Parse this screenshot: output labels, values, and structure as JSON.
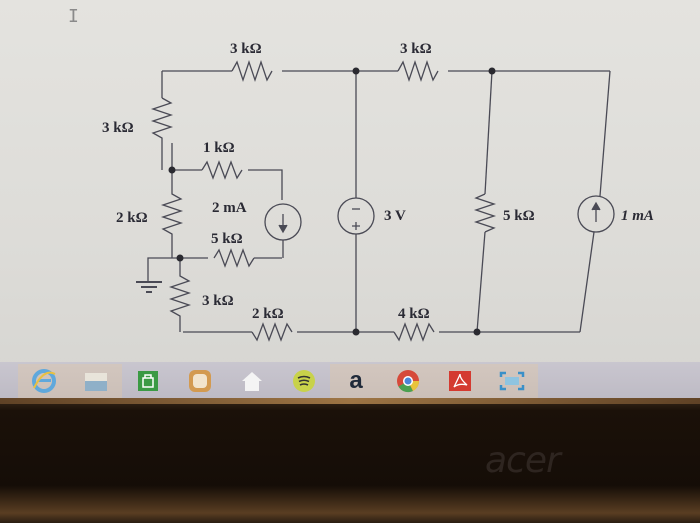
{
  "diagram": {
    "type": "electrical-circuit",
    "resistors": {
      "top_left": "3 kΩ",
      "top_right": "3 kΩ",
      "left_upper": "3 kΩ",
      "inner_top": "1 kΩ",
      "left_middle": "2 kΩ",
      "inner_bottom": "5 kΩ",
      "left_lower": "3 kΩ",
      "bottom_left": "2 kΩ",
      "bottom_right": "4 kΩ",
      "right_vertical": "5 kΩ"
    },
    "sources": {
      "current_inner": {
        "label": "2 mA",
        "direction": "down"
      },
      "voltage": {
        "label": "3 V",
        "polarity_top": "−",
        "polarity_bottom": "+"
      },
      "current_right": {
        "label": "1 mA",
        "direction": "up"
      }
    },
    "ground": "ground"
  },
  "cursor": "I",
  "taskbar": {
    "items": [
      {
        "name": "internet-explorer",
        "glyph": "e"
      },
      {
        "name": "file-explorer",
        "glyph": ""
      },
      {
        "name": "windows-store",
        "glyph": ""
      },
      {
        "name": "app-orange",
        "glyph": ""
      },
      {
        "name": "home",
        "glyph": "⌂"
      },
      {
        "name": "spotify",
        "glyph": ""
      },
      {
        "name": "amazon",
        "glyph": "a"
      },
      {
        "name": "chrome",
        "glyph": ""
      },
      {
        "name": "adobe-reader",
        "glyph": ""
      },
      {
        "name": "snipping-tool",
        "glyph": ""
      }
    ]
  },
  "bezel": {
    "brand": "acer"
  }
}
